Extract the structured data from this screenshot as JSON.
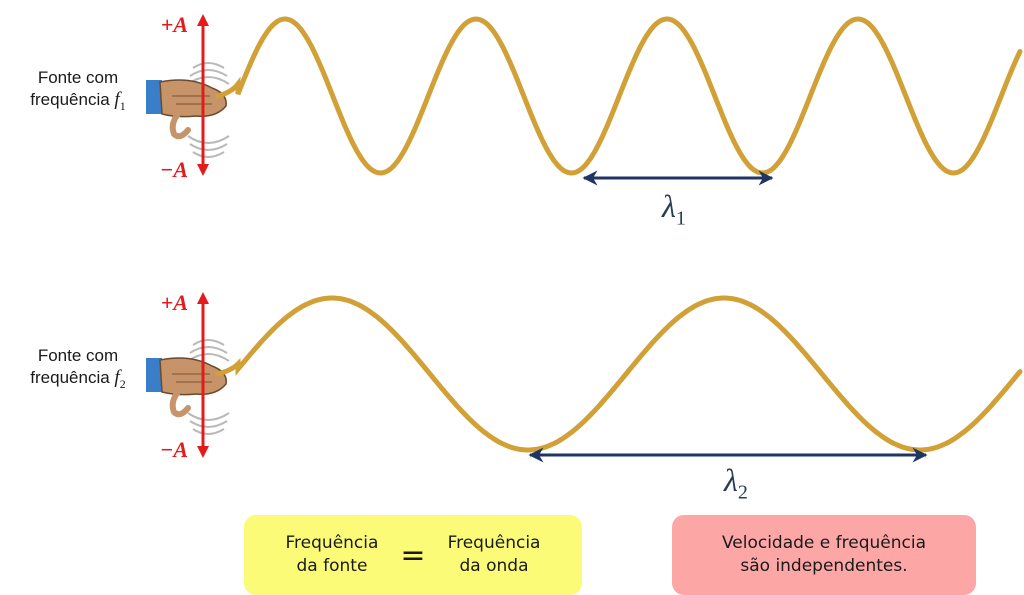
{
  "top": {
    "source_label_line1": "Fonte com",
    "source_label_line2": "frequência",
    "freq_symbol": "f",
    "freq_index": "1",
    "amp_plus": "+A",
    "amp_minus": "−A",
    "lambda_symbol": "λ",
    "lambda_index": "1"
  },
  "bottom": {
    "source_label_line1": "Fonte com",
    "source_label_line2": "frequência",
    "freq_symbol": "f",
    "freq_index": "2",
    "amp_plus": "+A",
    "amp_minus": "−A",
    "lambda_symbol": "λ",
    "lambda_index": "2"
  },
  "box_equality": {
    "left_line1": "Frequência",
    "left_line2": "da fonte",
    "operator": "=",
    "right_line1": "Frequência",
    "right_line2": "da onda"
  },
  "box_note": {
    "line1": "Velocidade e frequência",
    "line2": "são independentes."
  },
  "colors": {
    "wave": "#d1a036",
    "arrow_red": "#e31b1b",
    "lambda_arrow": "#1f3564",
    "box_yellow": "#fbfb78",
    "box_red": "#fca6a6"
  }
}
